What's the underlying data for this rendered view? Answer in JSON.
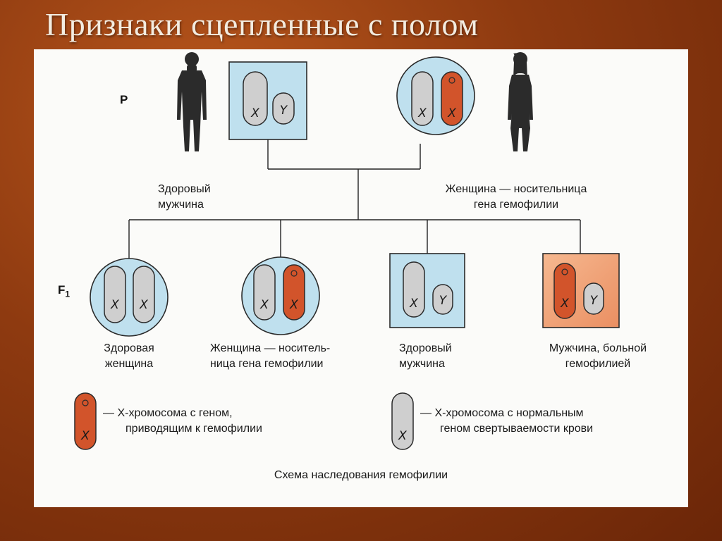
{
  "slide": {
    "title": "Признаки сцепленные с полом"
  },
  "colors": {
    "background": "#9a4514",
    "panel": "#fbfbf9",
    "cell_fill": "#bfe0ee",
    "normal_x": "#cfcfcf",
    "hemophilia_x": "#d2542b",
    "affected_cell": "#f0a47a"
  },
  "generations": {
    "p": "P",
    "f1": "F",
    "f1_sub": "1"
  },
  "parents": {
    "father": {
      "label_line1": "Здоровый",
      "label_line2": "мужчина",
      "chrom_left": "X",
      "chrom_right": "Y"
    },
    "mother": {
      "label_line1": "Женщина — носительница",
      "label_line2": "гена гемофилии",
      "chrom_left": "X",
      "chrom_right": "X"
    }
  },
  "offspring": [
    {
      "line1": "Здоровая",
      "line2": "женщина",
      "chrom_left": "X",
      "chrom_right": "X"
    },
    {
      "line1": "Женщина — носитель-",
      "line2": "ница гена гемофилии",
      "chrom_left": "X",
      "chrom_right": "X"
    },
    {
      "line1": "Здоровый",
      "line2": "мужчина",
      "chrom_left": "X",
      "chrom_right": "Y"
    },
    {
      "line1": "Мужчина, больной",
      "line2": "гемофилией",
      "chrom_left": "X",
      "chrom_right": "Y"
    }
  ],
  "legend": {
    "hemophilia": {
      "line1": "— X-хромосома с геном,",
      "line2": "приводящим к гемофилии",
      "chrom": "X"
    },
    "normal": {
      "line1": "— X-хромосома с нормальным",
      "line2": "геном свертываемости крови",
      "chrom": "X"
    }
  },
  "caption": "Схема наследования гемофилии"
}
